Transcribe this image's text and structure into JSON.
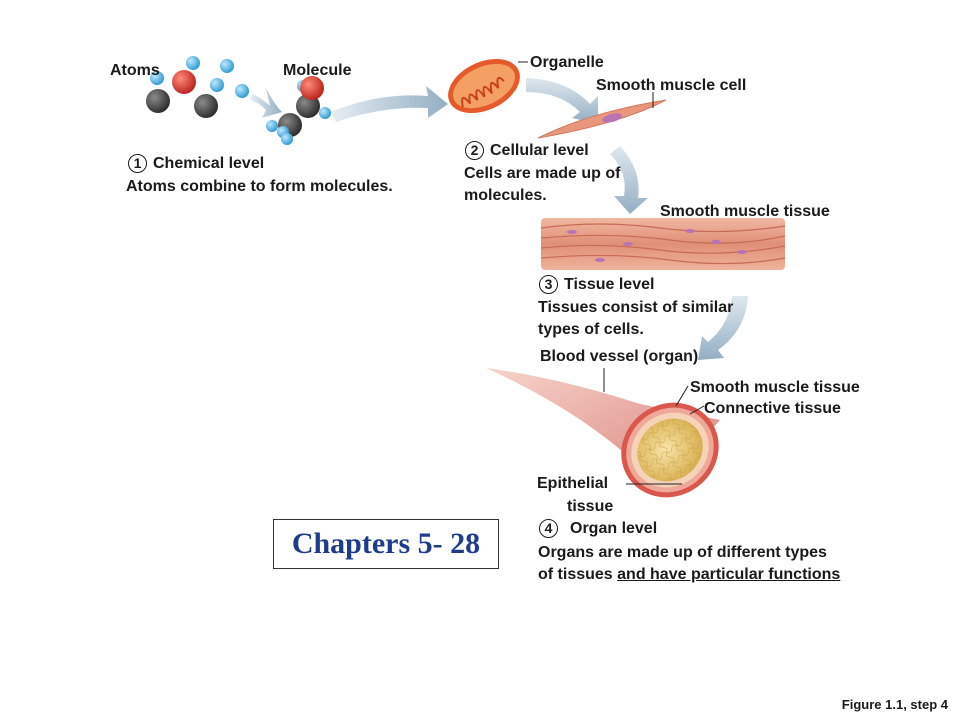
{
  "labels": {
    "atoms": "Atoms",
    "molecule": "Molecule",
    "organelle": "Organelle",
    "smooth_muscle_cell": "Smooth muscle cell",
    "smooth_muscle_tissue": "Smooth muscle tissue",
    "blood_vessel": "Blood vessel (organ)",
    "smooth_muscle_tissue_2": "Smooth muscle tissue",
    "connective_tissue": "Connective tissue",
    "epithelial_1": "Epithelial",
    "epithelial_2": "tissue"
  },
  "levels": [
    {
      "num": "1",
      "title": "Chemical level",
      "desc": [
        "Atoms combine to form molecules."
      ]
    },
    {
      "num": "2",
      "title": "Cellular level",
      "desc": [
        "Cells are made up of",
        "molecules."
      ]
    },
    {
      "num": "3",
      "title": "Tissue level",
      "desc": [
        "Tissues consist of similar",
        "types of cells."
      ]
    },
    {
      "num": "4",
      "title": "Organ level",
      "desc": [
        "Organs are made up of different types"
      ],
      "desc_line2_plain": "of tissues ",
      "desc_line2_underlined": "and have particular functions"
    }
  ],
  "callout": "Chapters 5- 28",
  "figure_caption": "Figure 1.1, step 4",
  "colors": {
    "atom_dark": "#3a3a3a",
    "atom_red": "#d8302a",
    "atom_blue": "#4fb6e6",
    "arrow": "#a9bfd0",
    "muscle": "#e7a086",
    "vessel_outer": "#e8a49a",
    "vessel_lumen": "#e8c777",
    "callout_text": "#1f3c8c"
  }
}
